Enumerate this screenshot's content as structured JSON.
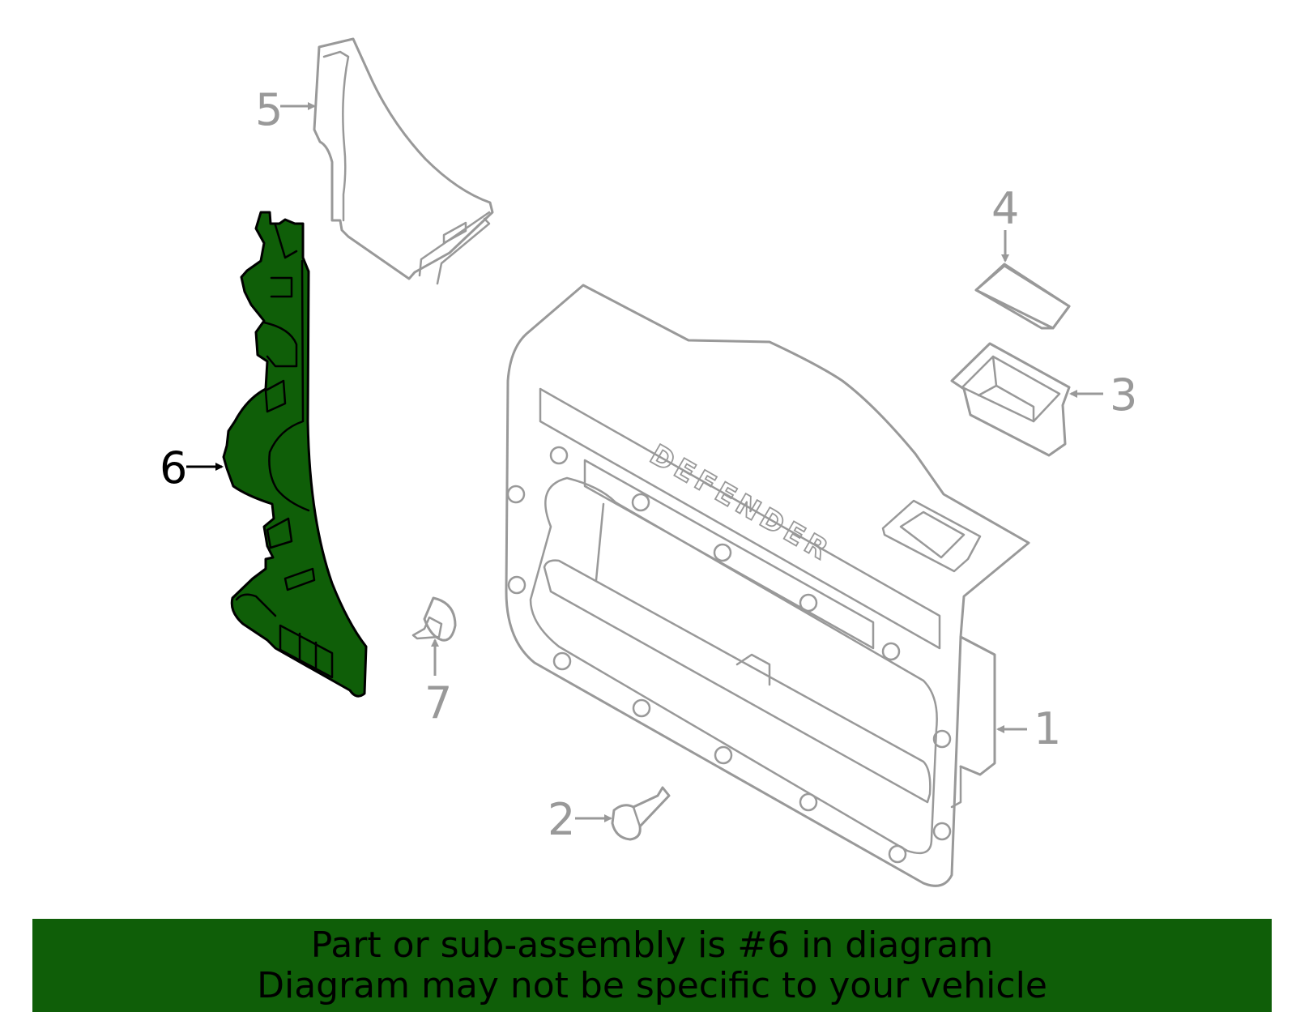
{
  "callouts": {
    "c1": "1",
    "c2": "2",
    "c3": "3",
    "c4": "4",
    "c5": "5",
    "c6": "6",
    "c7": "7"
  },
  "panel_logo": "DEFENDER",
  "highlighted_part": "6",
  "highlight_color": "#0f5e08",
  "line_color": "#999999",
  "banner": {
    "line1": "Part or sub-assembly is #6 in diagram",
    "line2": "Diagram may not be specific to your vehicle"
  }
}
